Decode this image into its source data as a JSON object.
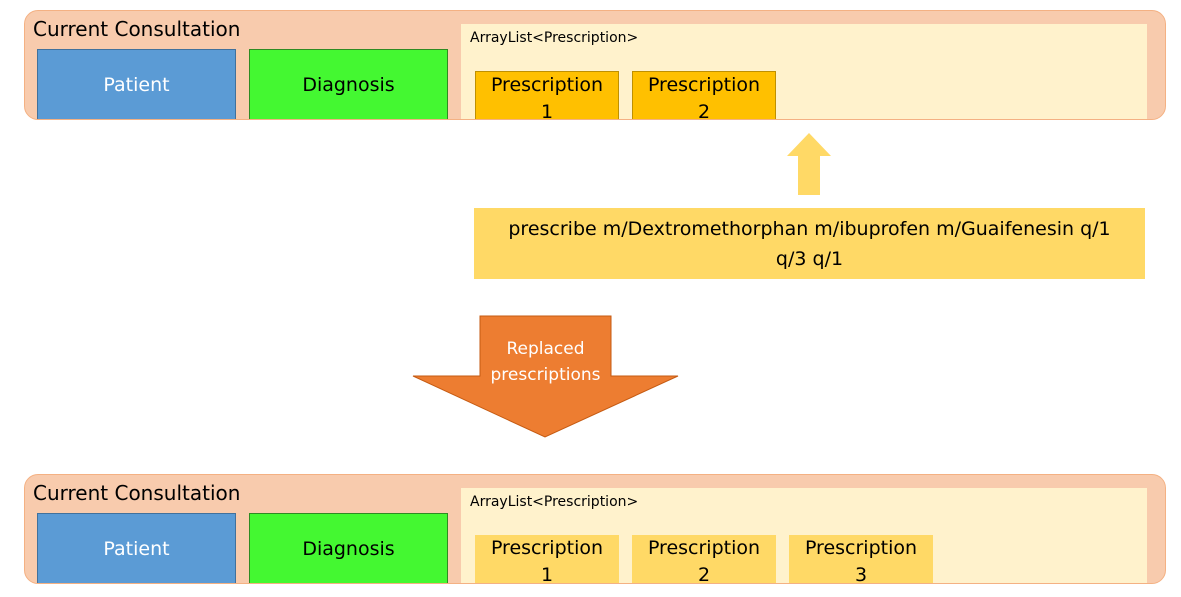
{
  "before": {
    "title": "Current Consultation",
    "patient_label": "Patient",
    "diagnosis_label": "Diagnosis",
    "list_label": "ArrayList<Prescription>",
    "prescriptions": [
      {
        "word": "Prescription",
        "num": "1"
      },
      {
        "word": "Prescription",
        "num": "2"
      }
    ]
  },
  "command": {
    "line1": "prescribe m/Dextromethorphan m/ibuprofen m/Guaifenesin q/1",
    "line2": "q/3 q/1"
  },
  "transition": {
    "line1": "Replaced",
    "line2": "prescriptions"
  },
  "after": {
    "title": "Current Consultation",
    "patient_label": "Patient",
    "diagnosis_label": "Diagnosis",
    "list_label": "ArrayList<Prescription>",
    "prescriptions": [
      {
        "word": "Prescription",
        "num": "1"
      },
      {
        "word": "Prescription",
        "num": "2"
      },
      {
        "word": "Prescription",
        "num": "3"
      }
    ]
  },
  "colors": {
    "consultation_bg": "#f8cbad",
    "patient": "#5b9bd5",
    "diagnosis": "#44f831",
    "arraylist_bg": "#fff2cc",
    "old_prescription": "#ffc000",
    "new_prescription": "#ffd966",
    "command_box": "#ffd966",
    "up_arrow": "#ffd966",
    "down_arrow": "#ed7d31"
  }
}
